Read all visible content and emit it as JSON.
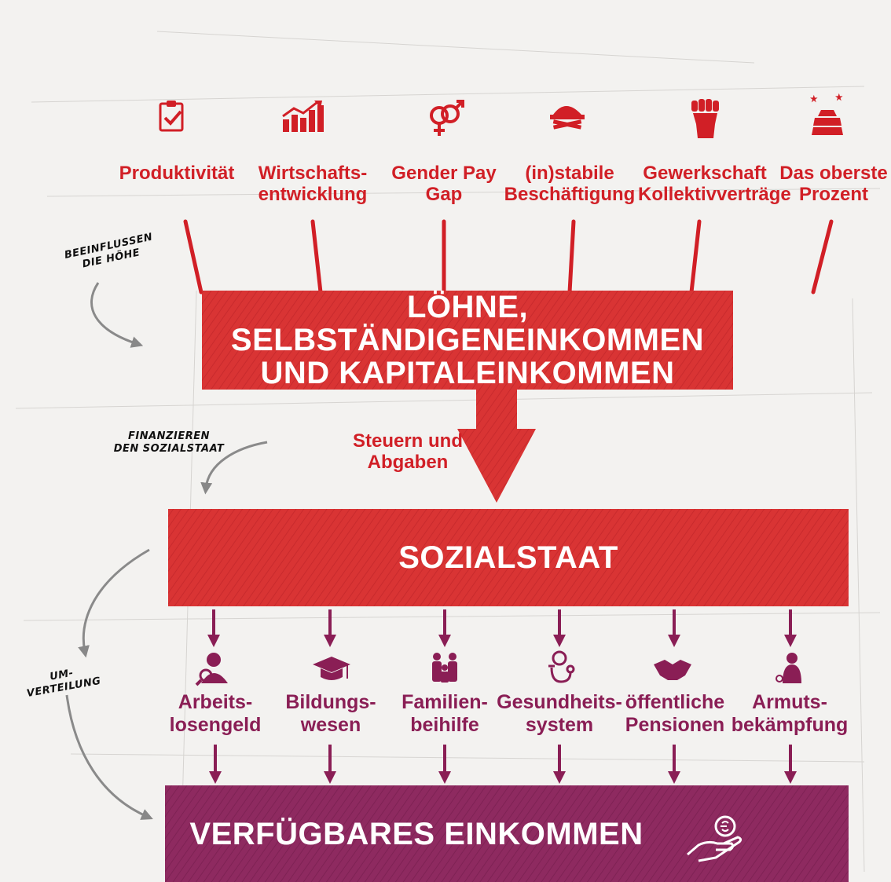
{
  "colors": {
    "red": "#d11f26",
    "plum": "#8a1e55",
    "box_red": "#d93434",
    "box_plum": "#8e2a60",
    "background": "#f3f2f0"
  },
  "factors": [
    {
      "label": "Produktivität",
      "icon": "clipboard-check-icon"
    },
    {
      "label": "Wirtschafts-\nentwicklung",
      "icon": "growth-chart-icon"
    },
    {
      "label": "Gender Pay\nGap",
      "icon": "gender-symbols-icon"
    },
    {
      "label": "(in)stabile\nBeschäftigung",
      "icon": "hardhat-tools-icon"
    },
    {
      "label": "Gewerkschaft\nKollektivverträge",
      "icon": "raised-fist-icon"
    },
    {
      "label": "Das oberste\nProzent",
      "icon": "gold-bars-icon"
    }
  ],
  "incomes_box": {
    "title": "LÖHNE, SELBSTÄNDIGENEINKOMMEN\nUND KAPITALEINKOMMEN"
  },
  "taxes_label": "Steuern und\nAbgaben",
  "welfare_box": {
    "title": "SOZIALSTAAT"
  },
  "services": [
    {
      "label": "Arbeits-\nlosengeld",
      "icon": "job-search-icon"
    },
    {
      "label": "Bildungs-\nwesen",
      "icon": "graduation-cap-icon"
    },
    {
      "label": "Familien-\nbeihilfe",
      "icon": "family-icon"
    },
    {
      "label": "Gesundheits-\nsystem",
      "icon": "stethoscope-icon"
    },
    {
      "label": "öffentliche\nPensionen",
      "icon": "handshake-icon"
    },
    {
      "label": "Armuts-\nbekämpfung",
      "icon": "child-icon"
    }
  ],
  "disposable_box": {
    "title": "VERFÜGBARES EINKOMMEN",
    "icon": "hand-euro-coin-icon"
  },
  "notes": {
    "influence": "BEEINFLUSSEN\nDIE HÖHE",
    "finance": "FINANZIEREN\nDEN SOZIALSTAAT",
    "redistribution": "UM-\nVERTEILUNG"
  }
}
